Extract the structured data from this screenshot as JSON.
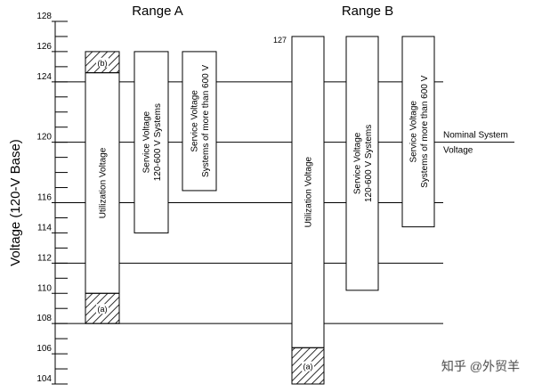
{
  "chart_data": {
    "type": "bar",
    "ylabel": "Voltage (120-V Base)",
    "ylim": [
      104,
      128
    ],
    "y_ticks_labeled": [
      104,
      106,
      108,
      110,
      112,
      114,
      116,
      120,
      124,
      126,
      128
    ],
    "range_titles": [
      "Range A",
      "Range B"
    ],
    "gridlines": [
      108,
      112,
      116,
      120,
      124
    ],
    "bars": [
      {
        "range": "Range A",
        "label": "Utilization Voltage",
        "low": 110,
        "high": 124.6,
        "hatch_bottom": {
          "low": 108,
          "high": 110,
          "note": "(a)"
        },
        "hatch_top": {
          "low": 124.6,
          "high": 126,
          "note": "(b)"
        }
      },
      {
        "range": "Range A",
        "label": "Service Voltage\n120-600 V Systems",
        "low": 114,
        "high": 126
      },
      {
        "range": "Range A",
        "label": "Service Voltage\nSystems of more than 600 V",
        "low": 116.8,
        "high": 126
      },
      {
        "range": "Range B",
        "label": "Utilization Voltage",
        "low": 106.4,
        "high": 127,
        "top_value": "127",
        "hatch_bottom": {
          "low": 104,
          "high": 106.4,
          "note": "(a)"
        }
      },
      {
        "range": "Range B",
        "label": "Service Voltage\n120-600 V Systems",
        "low": 110.2,
        "high": 127
      },
      {
        "range": "Range B",
        "label": "Service Voltage\nSystems of more than 600 V",
        "low": 114.4,
        "high": 127
      }
    ],
    "annotations": [
      "Nominal System",
      "Voltage"
    ]
  },
  "colors": {
    "line": "#000000",
    "background": "#ffffff"
  },
  "watermark": "知乎 @外贸羊"
}
